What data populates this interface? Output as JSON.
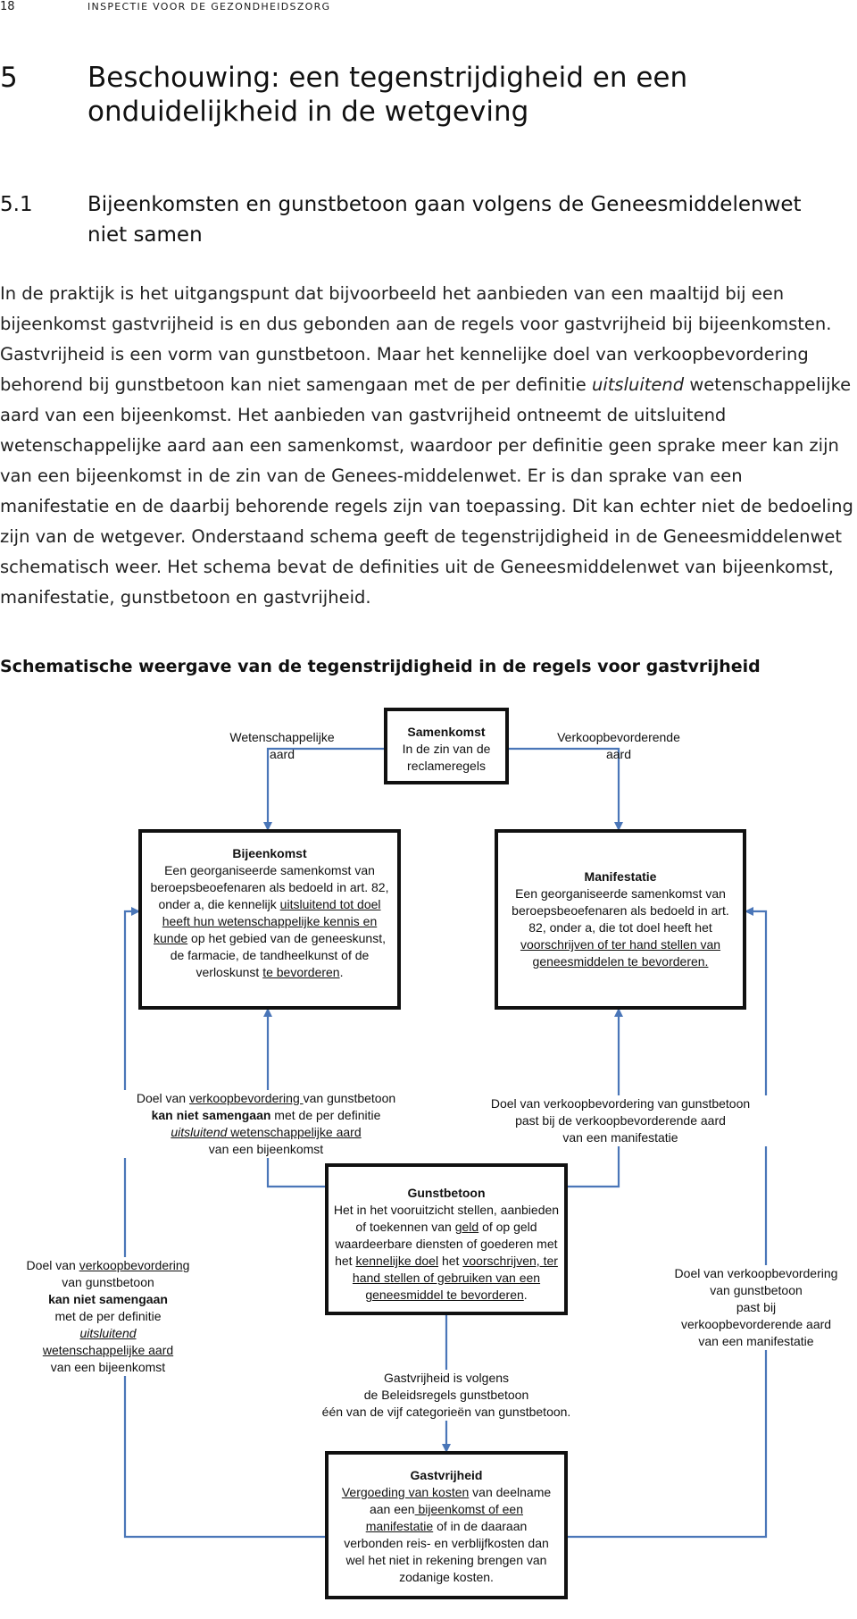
{
  "header": {
    "page_number": "18",
    "running_head": "INSPECTIE VOOR DE GEZONDHEIDSZORG"
  },
  "chapter": {
    "number": "5",
    "title": "Beschouwing: een tegenstrijdigheid en een onduidelijkheid in de wetgeving"
  },
  "section": {
    "number": "5.1",
    "title": "Bijeenkomsten en gunstbetoon gaan volgens de Geneesmiddelenwet niet samen"
  },
  "paragraph": {
    "part1": "In de praktijk is het uitgangspunt dat bijvoorbeeld het aanbieden van een maaltijd bij een bijeenkomst gastvrijheid is en dus gebonden aan de regels voor gastvrijheid bij bijeenkomsten. Gastvrijheid is een vorm van gunstbetoon. Maar het kennelijke doel van verkoopbevordering behorend bij gunstbetoon kan niet samengaan met de per definitie ",
    "italic": "uitsluitend",
    "part2": " wetenschappelijke aard van een bijeenkomst. Het aanbieden van gastvrijheid ontneemt de uitsluitend wetenschappelijke aard aan een samenkomst, waardoor per definitie geen sprake meer kan zijn van een bijeenkomst in de zin van de Genees-middelenwet. Er is dan sprake van een manifestatie en de daarbij behorende regels zijn van toepassing. Dit kan echter niet de bedoeling zijn van de wetgever. Onderstaand schema geeft de tegenstrijdigheid in de Geneesmiddelenwet schematisch weer. Het schema bevat de definities uit de Geneesmiddelenwet van bijeenkomst, manifestatie, gunstbetoon en gastvrijheid."
  },
  "scheme": {
    "title": "Schematische weergave van de tegenstrijdigheid in de regels voor gastvrijheid",
    "arrow_color": "#4a76b8",
    "samenkomst": {
      "title": "Samenkomst",
      "l1": "In de zin van de",
      "l2": "reclameregels"
    },
    "label_wetenschappelijk": {
      "l1": "Wetenschappelijke",
      "l2": "aard"
    },
    "label_verkoop": {
      "l1": "Verkoopbevorderende",
      "l2": "aard"
    },
    "bijeenkomst": {
      "title": "Bijeenkomst",
      "t1": "Een georganiseerde samenkomst van beroepsbeoefenaren als bedoeld in art. 82, onder a, die kennelijk ",
      "u1": "uitsluitend tot doel heeft hun wetenschappelijke kennis en kunde",
      "t2": " op het gebied van de geneeskunst, de farmacie, de tandheelkunst of de verloskunst ",
      "u2": "te bevorderen",
      "t3": "."
    },
    "manifestatie": {
      "title": "Manifestatie",
      "t1": "Een georganiseerde samenkomst van beroepsbeoefenaren als bedoeld in art. 82, onder a, die tot doel heeft het ",
      "u1": "voorschrijven of ter hand stellen van geneesmiddelen te bevorderen."
    },
    "label_mid_left": {
      "a1": "Doel van ",
      "u1": "verkoopbevordering ",
      "a2": "van gunstbetoon",
      "b1": "kan niet samengaan",
      "a3": " met de per definitie",
      "ui": "uitsluitend",
      "u2": " wetenschappelijke aard",
      "a4": "van een bijeenkomst"
    },
    "label_mid_right": {
      "l1": "Doel van verkoopbevordering van gunstbetoon",
      "l2": "past bij de verkoopbevorderende aard",
      "l3": "van een manifestatie"
    },
    "gunstbetoon": {
      "title": "Gunstbetoon",
      "t1": "Het in het vooruitzicht stellen, aanbieden of toekennen van ",
      "u1": "geld",
      "t2": " of op geld waardeerbare diensten of goederen met het ",
      "u2": "kennelijke doel",
      "t3": " het ",
      "u3": "voorschrijven, ter hand stellen of gebruiken van een geneesmiddel te bevorderen",
      "t4": "."
    },
    "label_left": {
      "a1": "Doel van ",
      "u1": "verkoopbevordering",
      "a2": "van gunstbetoon",
      "b1": "kan niet samengaan",
      "a3": "met de per definitie",
      "ui": "uitsluitend",
      "u2": "wetenschappelijke aard",
      "a4": "van een bijeenkomst"
    },
    "label_right": {
      "l1": "Doel van verkoopbevordering",
      "l2": "van gunstbetoon",
      "l3": "past bij",
      "l4": "verkoopbevorderende aard",
      "l5": "van een manifestatie"
    },
    "label_bottom": {
      "l1": "Gastvrijheid is volgens",
      "l2": "de Beleidsregels gunstbetoon",
      "l3": "één van de vijf categorieën van gunstbetoon."
    },
    "gastvrijheid": {
      "title": "Gastvrijheid",
      "u1": "Vergoeding van kosten",
      "t1": " van deelname aan een",
      "u2": " bijeenkomst of een manifestatie",
      "t2": " of in de daaraan verbonden reis- en verblijfkosten dan wel het niet in rekening brengen van zodanige kosten."
    }
  }
}
